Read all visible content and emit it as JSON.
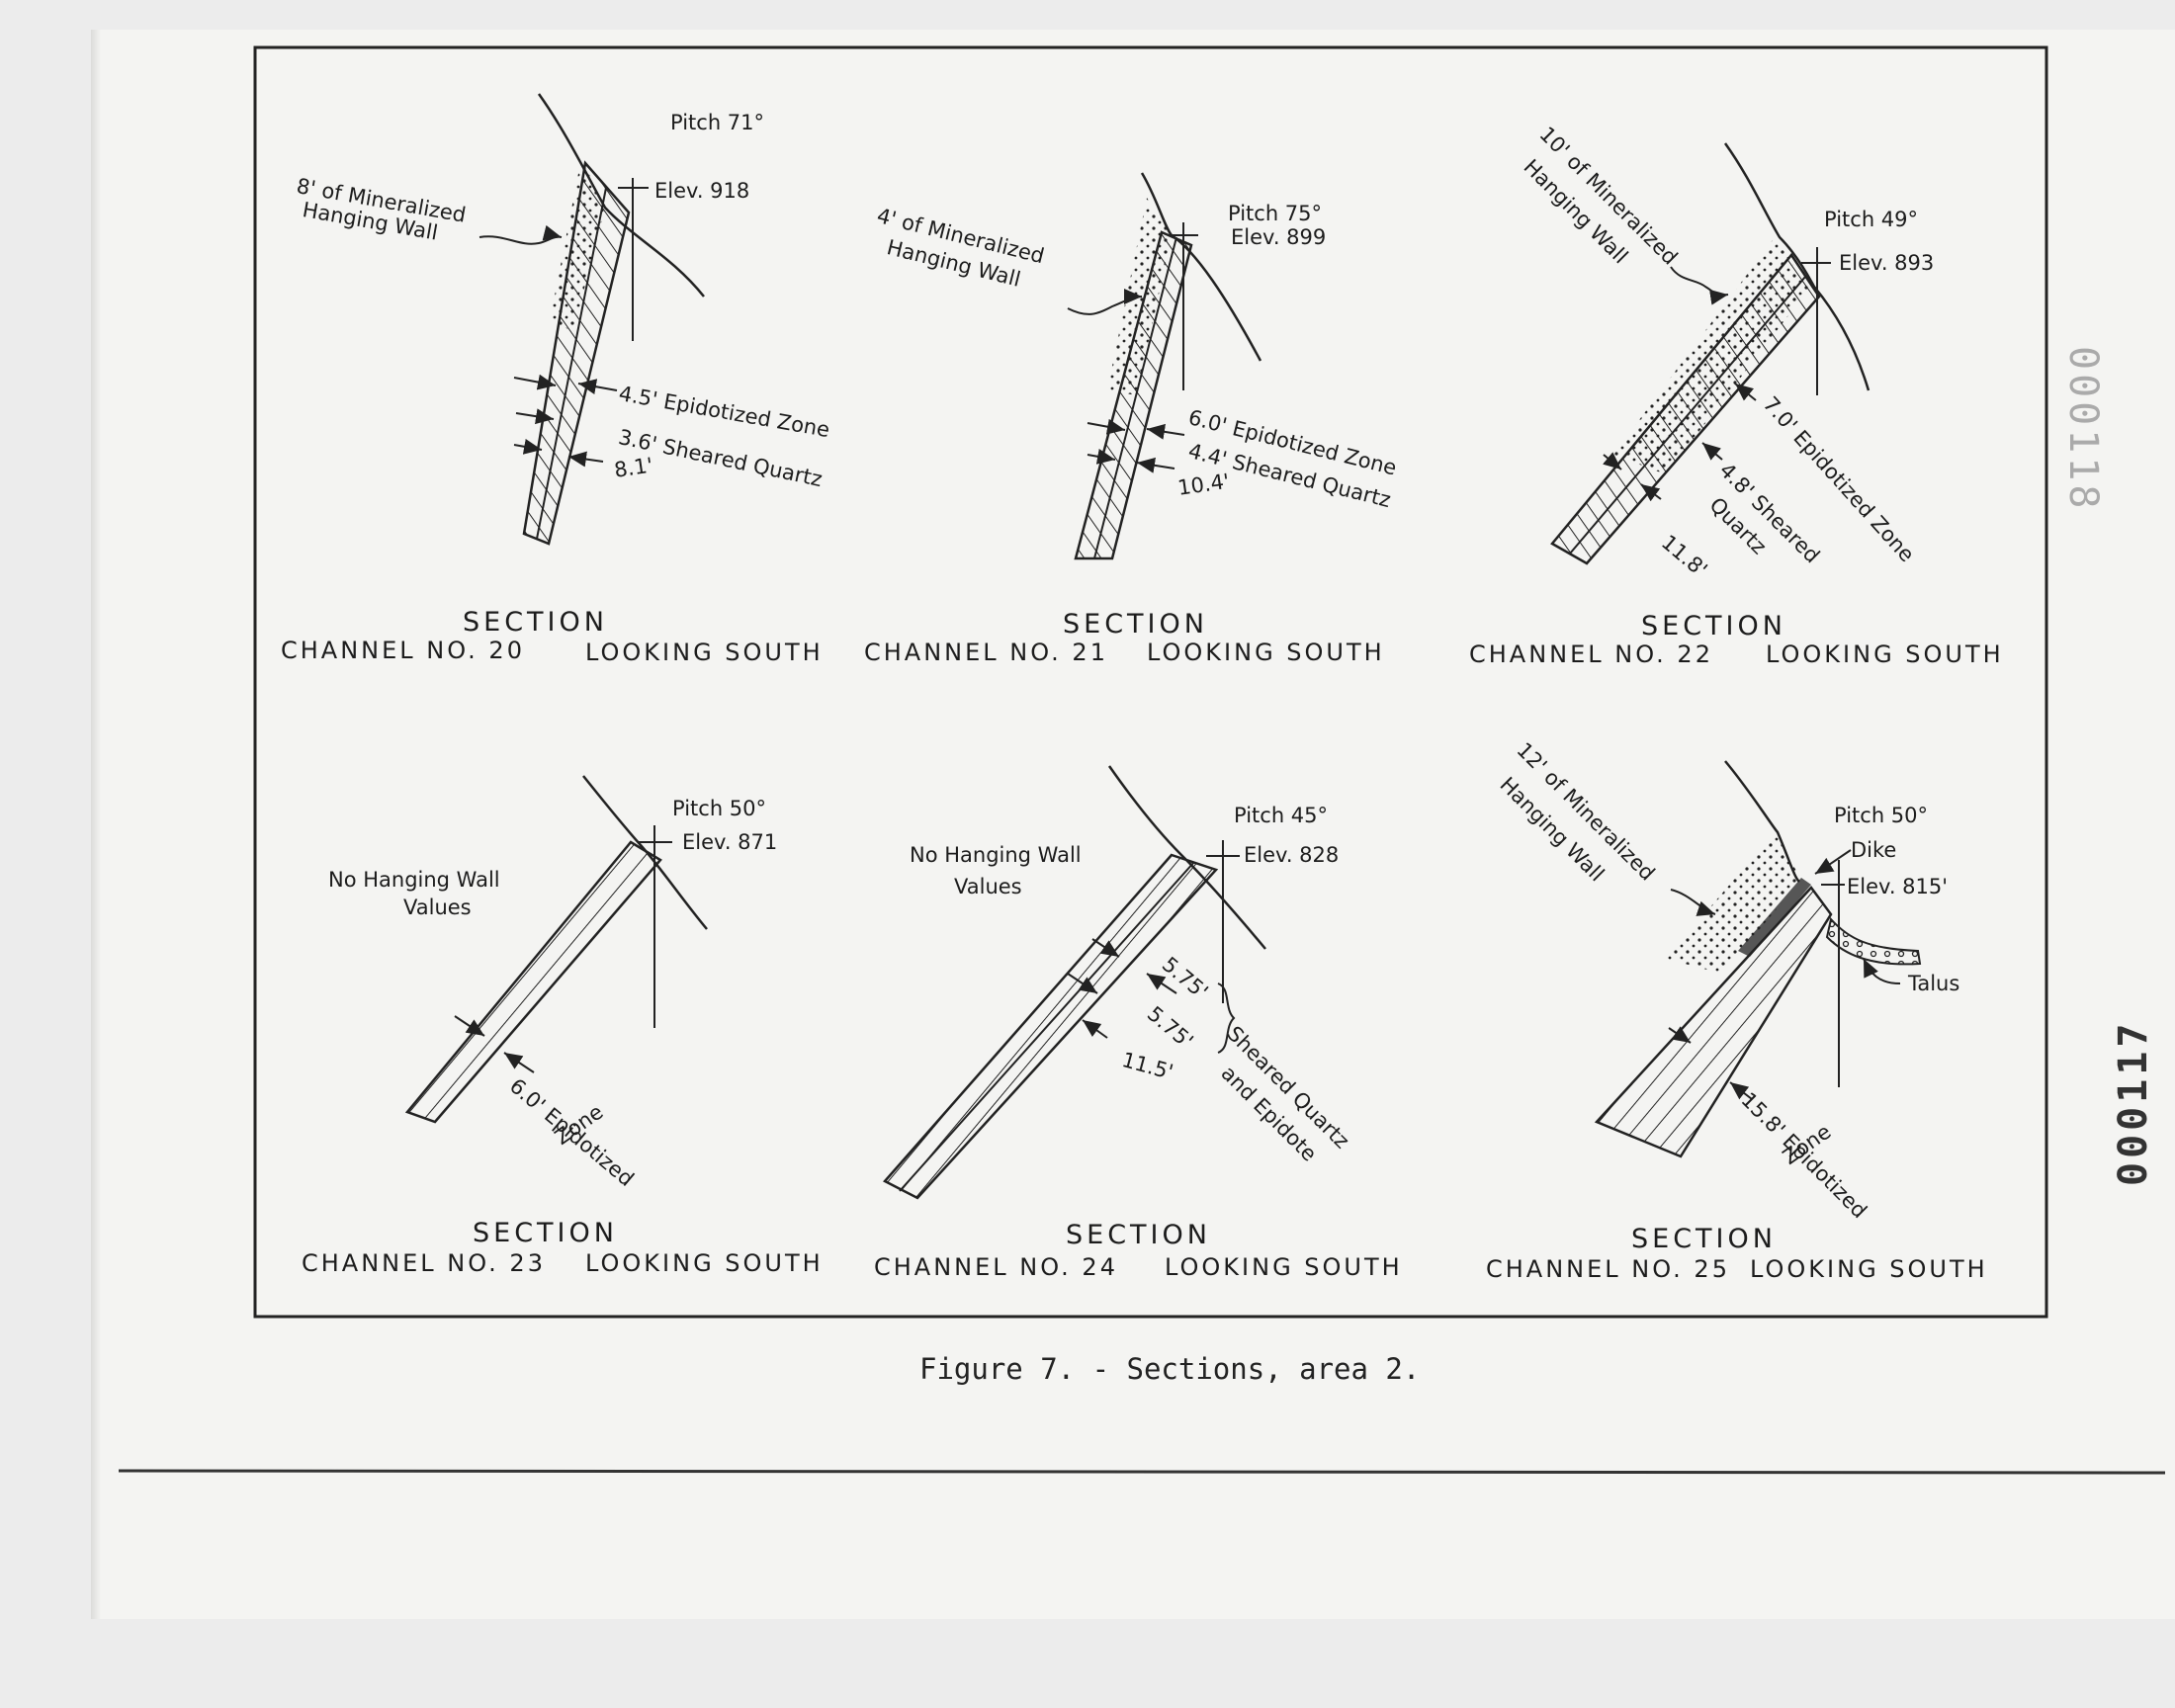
{
  "figure": {
    "caption": "Figure 7. - Sections, area 2.",
    "stamps": [
      "000118",
      "000117"
    ]
  },
  "sections": [
    {
      "id": "ch20",
      "title": "SECTION",
      "channel": "CHANNEL NO. 20",
      "looking": "LOOKING SOUTH",
      "pitch": "Pitch 71°",
      "elev": "Elev. 918",
      "hanging_wall": [
        "8' of Mineralized",
        "Hanging Wall"
      ],
      "zones": [
        "4.5' Epidotized Zone",
        "3.6' Sheared Quartz",
        "8.1'"
      ]
    },
    {
      "id": "ch21",
      "title": "SECTION",
      "channel": "CHANNEL NO. 21",
      "looking": "LOOKING SOUTH",
      "pitch": "Pitch 75°",
      "elev": "Elev. 899",
      "hanging_wall": [
        "4' of Mineralized",
        "Hanging Wall"
      ],
      "zones": [
        "6.0' Epidotized Zone",
        "4.4' Sheared Quartz",
        "10.4'"
      ]
    },
    {
      "id": "ch22",
      "title": "SECTION",
      "channel": "CHANNEL NO. 22",
      "looking": "LOOKING SOUTH",
      "pitch": "Pitch 49°",
      "elev": "Elev. 893",
      "hanging_wall": [
        "10' of Mineralized",
        "Hanging Wall"
      ],
      "zones": [
        "7.0' Epidotized Zone",
        "4.8' Sheared",
        "Quartz",
        "11.8'"
      ]
    },
    {
      "id": "ch23",
      "title": "SECTION",
      "channel": "CHANNEL NO. 23",
      "looking": "LOOKING SOUTH",
      "pitch": "Pitch 50°",
      "elev": "Elev. 871",
      "hanging_wall": [
        "No Hanging Wall",
        "Values"
      ],
      "zones": [
        "6.0' Epidotized",
        "Zone"
      ]
    },
    {
      "id": "ch24",
      "title": "SECTION",
      "channel": "CHANNEL NO. 24",
      "looking": "LOOKING SOUTH",
      "pitch": "Pitch 45°",
      "elev": "Elev. 828",
      "hanging_wall": [
        "No Hanging Wall",
        "Values"
      ],
      "zones": [
        "5.75'",
        "5.75'",
        "11.5'",
        "Sheared Quartz",
        "and Epidote"
      ]
    },
    {
      "id": "ch25",
      "title": "SECTION",
      "channel": "CHANNEL NO. 25",
      "looking": "LOOKING SOUTH",
      "pitch": "Pitch 50°",
      "elev": "Elev. 815'",
      "hanging_wall": [
        "12' of Mineralized",
        "Hanging Wall"
      ],
      "zones": [
        "15.8' Epidotized",
        "Zone"
      ],
      "extra": [
        "Dike",
        "Talus"
      ]
    }
  ]
}
